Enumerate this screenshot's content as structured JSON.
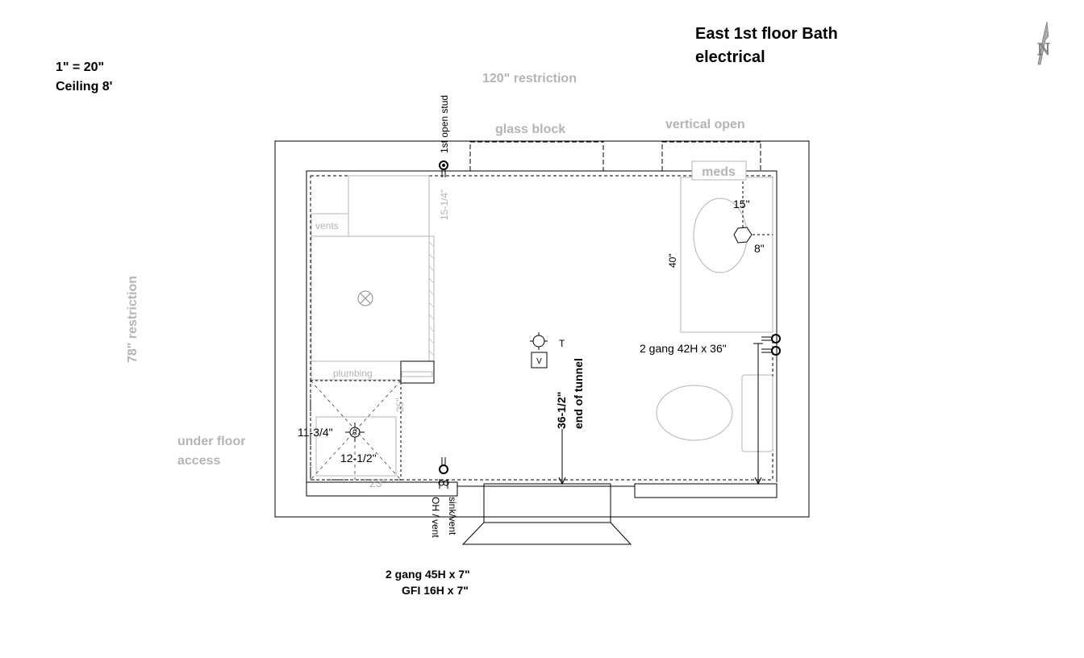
{
  "title": {
    "line1": "East 1st floor Bath",
    "line2": "electrical"
  },
  "scale": {
    "line1": "1\" = 20\"",
    "line2": "Ceiling 8'"
  },
  "labels": {
    "restriction_120": "120\" restriction",
    "restriction_78": "78\" restriction",
    "glass_block": "glass block",
    "vertical_open": "vertical open",
    "first_open_stud": "1st open stud",
    "meds": "meds",
    "vents": "vents",
    "plumbing": "plumbing",
    "under_floor_access_1": "under floor",
    "under_floor_access_2": "access",
    "sink_vent": "sink/vent",
    "oh_vent": "OH / vent",
    "end_of_tunnel": "end of tunnel",
    "thermostat": "T",
    "vent_box": "V",
    "shower_drain": "R"
  },
  "dimensions": {
    "d15_1_4": "15-1/4\"",
    "d15": "15\"",
    "d8": "8\"",
    "d40": "40\"",
    "d25": "25\"",
    "d23": "23\"",
    "d11_3_4": "11-3/4\"",
    "d12_1_2": "12-1/2\"",
    "d36_1_2": "36-1/2\""
  },
  "notes": {
    "right_box": "2 gang 42H x 36\"",
    "bottom_line1": "2 gang 45H x 7\"",
    "bottom_line2": "GFI 16H x 7\""
  },
  "north_arrow": {
    "letter": "N"
  }
}
